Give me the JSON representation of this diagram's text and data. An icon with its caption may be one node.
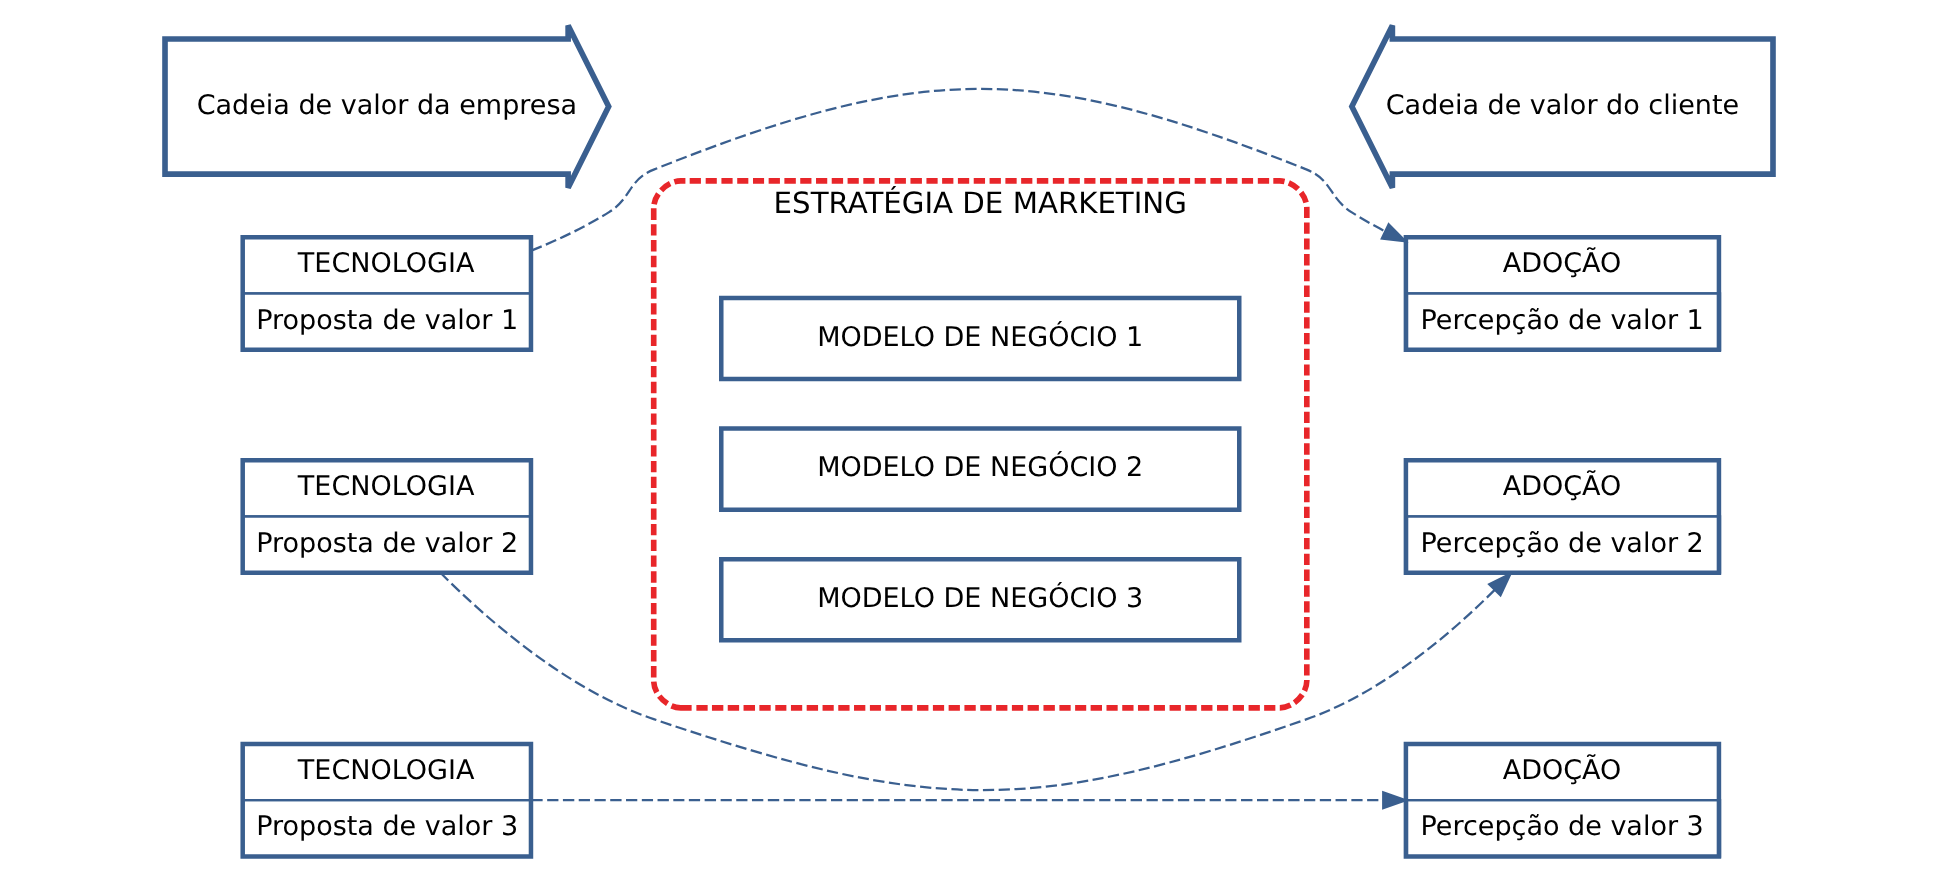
{
  "diagram": {
    "nodes": [
      {
        "text": [
          "Cadeia de valor da empresa"
        ]
      },
      {
        "text": [
          "ESTRATÉGIA DE MARKETING"
        ]
      },
      {
        "text": [
          "Cadeia de valor do cliente"
        ]
      },
      {
        "text": [
          "TECNOLOGIA",
          "Proposta de valor 1"
        ]
      },
      {
        "text": [
          "MODELO DE NEGÓCIO 1"
        ],
        "in": 1
      },
      {
        "text": [
          "ADOÇÃO",
          "Percepção de valor 1"
        ]
      },
      {
        "text": [
          "TECNOLOGIA",
          "Proposta de valor 2"
        ]
      },
      {
        "text": [
          "MODELO DE NEGÓCIO 2"
        ],
        "in": 1
      },
      {
        "text": [
          "ADOÇÃO",
          "Percepção de valor 2"
        ]
      },
      {
        "text": [
          "TECNOLOGIA",
          "Proposta de valor 3"
        ]
      },
      {
        "text": [
          "MODELO DE NEGÓCIO 3"
        ],
        "in": 1
      },
      {
        "text": [
          "ADOÇÃO",
          "Percepção de valor 3"
        ]
      }
    ],
    "edges": [
      {
        "from": 3,
        "to": 5,
        "arrow": "to",
        "style": "dashed"
      },
      {
        "from": 6,
        "to": 8,
        "arrow": "to",
        "style": "dashed"
      },
      {
        "from": 9,
        "to": 11,
        "arrow": "to",
        "style": "dashed"
      }
    ]
  }
}
